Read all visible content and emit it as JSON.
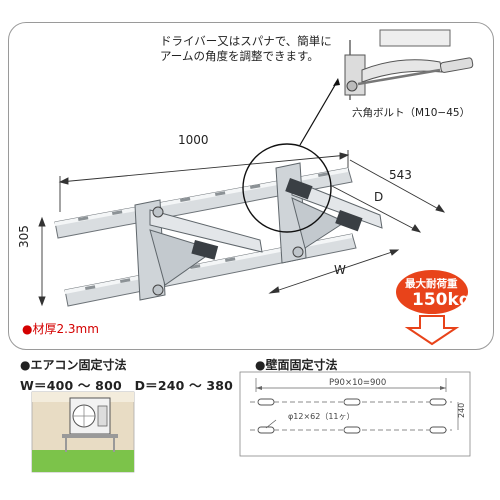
{
  "instruction_note": {
    "line1": "ドライバー又はスパナで、簡単に",
    "line2": "アームの角度を調整できます。"
  },
  "bolt_label": "六角ボルト（M10−45）",
  "dimensions": {
    "width_1000": "1000",
    "depth_543": "543",
    "d_label": "D",
    "w_label": "W",
    "height_305": "305"
  },
  "thickness_note": "●材厚2.3mm",
  "max_load": {
    "title": "最大耐荷重",
    "value": "150kg"
  },
  "ac_section": {
    "title": "●エアコン固定寸法",
    "dims": "W＝400 〜 800　D＝240 〜 380"
  },
  "wall_section": {
    "title": "●壁面固定寸法",
    "pitch_label": "P90×10=900",
    "hole_label": "φ12×62（11ヶ）",
    "height_label": "240"
  },
  "colors": {
    "thickness_red": "#d40000",
    "load_badge": "#e8431a",
    "arrow_outline": "#e8431a",
    "wall_beige": "#e8dcc4",
    "grass_green": "#7cc34a"
  }
}
